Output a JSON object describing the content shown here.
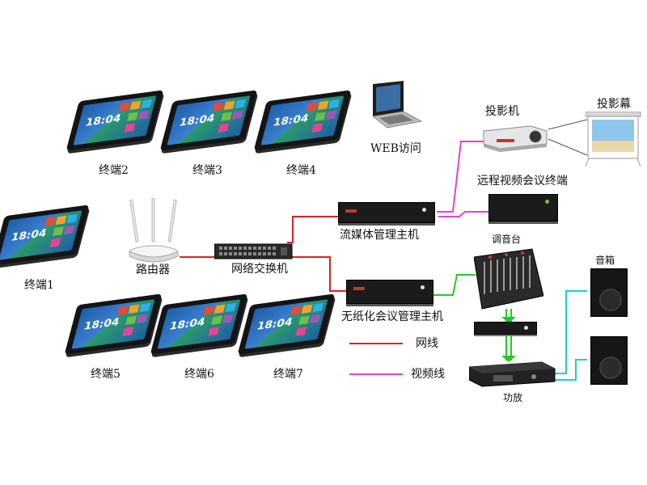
{
  "terminals": [
    {
      "id": "terminal-1",
      "label": "终端1",
      "time": "18:04"
    },
    {
      "id": "terminal-2",
      "label": "终端2",
      "time": "18:04"
    },
    {
      "id": "terminal-3",
      "label": "终端3",
      "time": "18:04"
    },
    {
      "id": "terminal-4",
      "label": "终端4",
      "time": "18:04"
    },
    {
      "id": "terminal-5",
      "label": "终端5",
      "time": "18:04"
    },
    {
      "id": "terminal-6",
      "label": "终端6",
      "time": "18:04"
    },
    {
      "id": "terminal-7",
      "label": "终端7",
      "time": "18:04"
    }
  ],
  "devices": {
    "router": "路由器",
    "switch": "网络交换机",
    "streaming_host": "流媒体管理主机",
    "paperless_host": "无纸化会议管理主机",
    "web_access": "WEB访问",
    "projector": "投影机",
    "screen": "投影幕",
    "video_conference": "远程视频会议终端",
    "mixer": "调音台",
    "amplifier": "功放",
    "speakers": "音箱"
  },
  "legend": {
    "network_line": "网线",
    "video_line": "视频线"
  },
  "colors": {
    "network": "#e02020",
    "video": "#e040e0",
    "audio_green": "#22cc22",
    "audio_cyan": "#19d0d0",
    "projector_line": "#555555"
  }
}
